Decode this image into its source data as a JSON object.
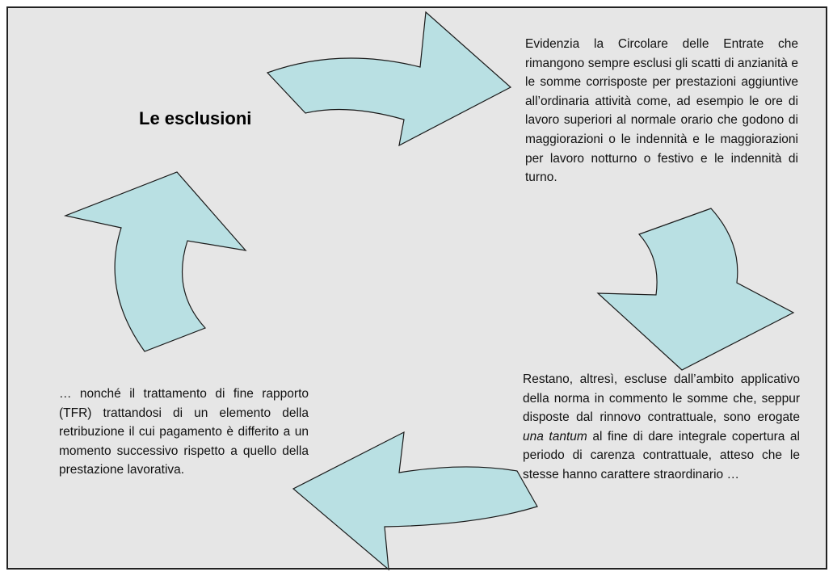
{
  "title": "Le esclusioni",
  "colors": {
    "arrow_fill": "#b9e0e3",
    "arrow_stroke": "#1a1a1a",
    "background": "#e6e6e6"
  },
  "blocks": {
    "top_right": "Evidenzia la Circolare delle Entrate che rimangono sempre esclusi gli scatti di anzianità e le somme corrisposte per prestazioni aggiuntive all’ordinaria attività come, ad esempio le ore di lavoro superiori al normale orario che godono di maggiorazioni o le indennità e le maggiorazioni per lavoro notturno o festivo e le indennità di turno.",
    "bottom_right_before": "Restano, altresì, escluse dall’ambito applicativo della norma in commento le somme che, seppur disposte dal rinnovo contrattuale, sono erogate ",
    "bottom_right_italic": "una tantum",
    "bottom_right_after": " al fine di dare integrale copertura al periodo di carenza contrattuale, atteso che le stesse hanno carattere straordinario …",
    "bottom_left": "… nonché il trattamento di fine rapporto (TFR) trattandosi di un elemento della retribuzione il cui pagamento è differito a un momento successivo rispetto a quello della prestazione lavorativa."
  }
}
